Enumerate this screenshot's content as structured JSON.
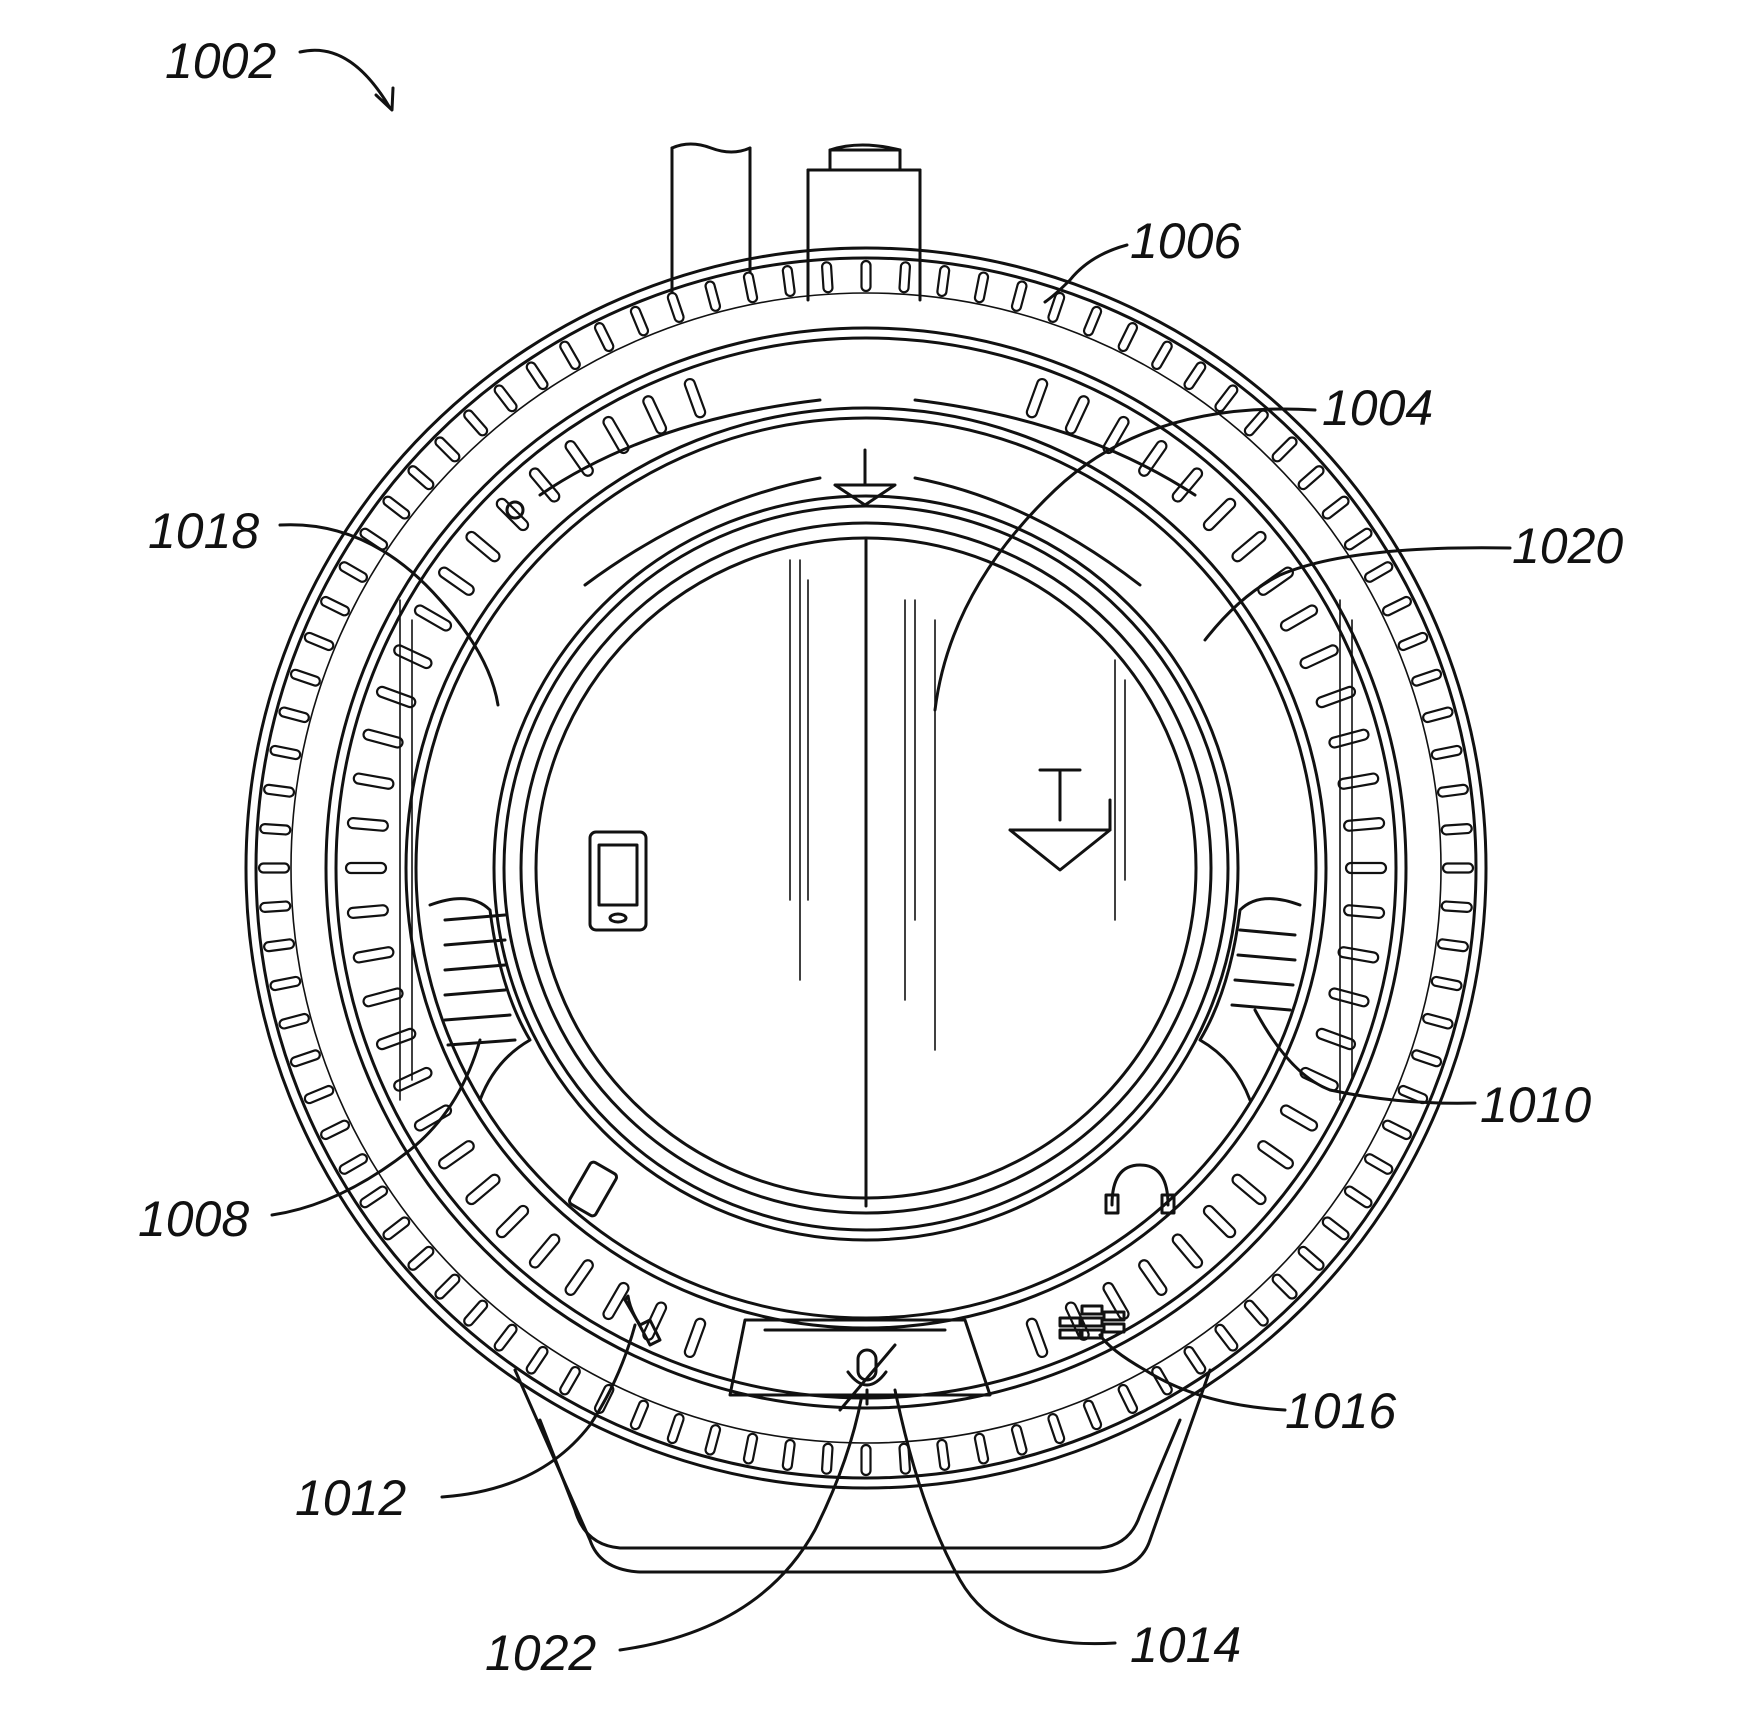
{
  "figure": {
    "labels": {
      "device": "1002",
      "center_display": "1004",
      "outer_ring": "1006",
      "left_band": "1008",
      "right_band": "1010",
      "phone_button": "1012",
      "mute_button": "1014",
      "equalizer_button": "1016",
      "left_grille": "1018",
      "right_grille": "1020",
      "microphone_icon": "1022"
    }
  }
}
